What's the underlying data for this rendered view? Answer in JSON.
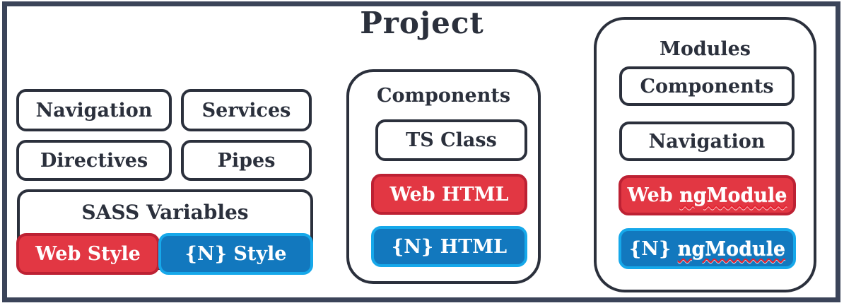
{
  "title": "Project",
  "colors": {
    "frame": "#3b4459",
    "ink": "#2b303c",
    "red_fill": "#e23743",
    "red_border": "#bd2133",
    "blue_fill": "#1278be",
    "blue_border": "#16a8ea",
    "squiggle": "#e8212e"
  },
  "left_group": {
    "boxes": [
      "Navigation",
      "Services",
      "Directives",
      "Pipes"
    ],
    "sass": {
      "title": "SASS Variables",
      "web_button": "Web Style",
      "n_button": "{N} Style"
    }
  },
  "components": {
    "title": "Components",
    "ts_class": "TS Class",
    "web_button": "Web HTML",
    "n_button": "{N} HTML"
  },
  "modules": {
    "title": "Modules",
    "items": [
      "Components",
      "Navigation"
    ],
    "web_button": {
      "prefix": "Web ",
      "misspelled": "ngModule"
    },
    "n_button": {
      "prefix": "{N} ",
      "misspelled": "ngModule"
    }
  }
}
